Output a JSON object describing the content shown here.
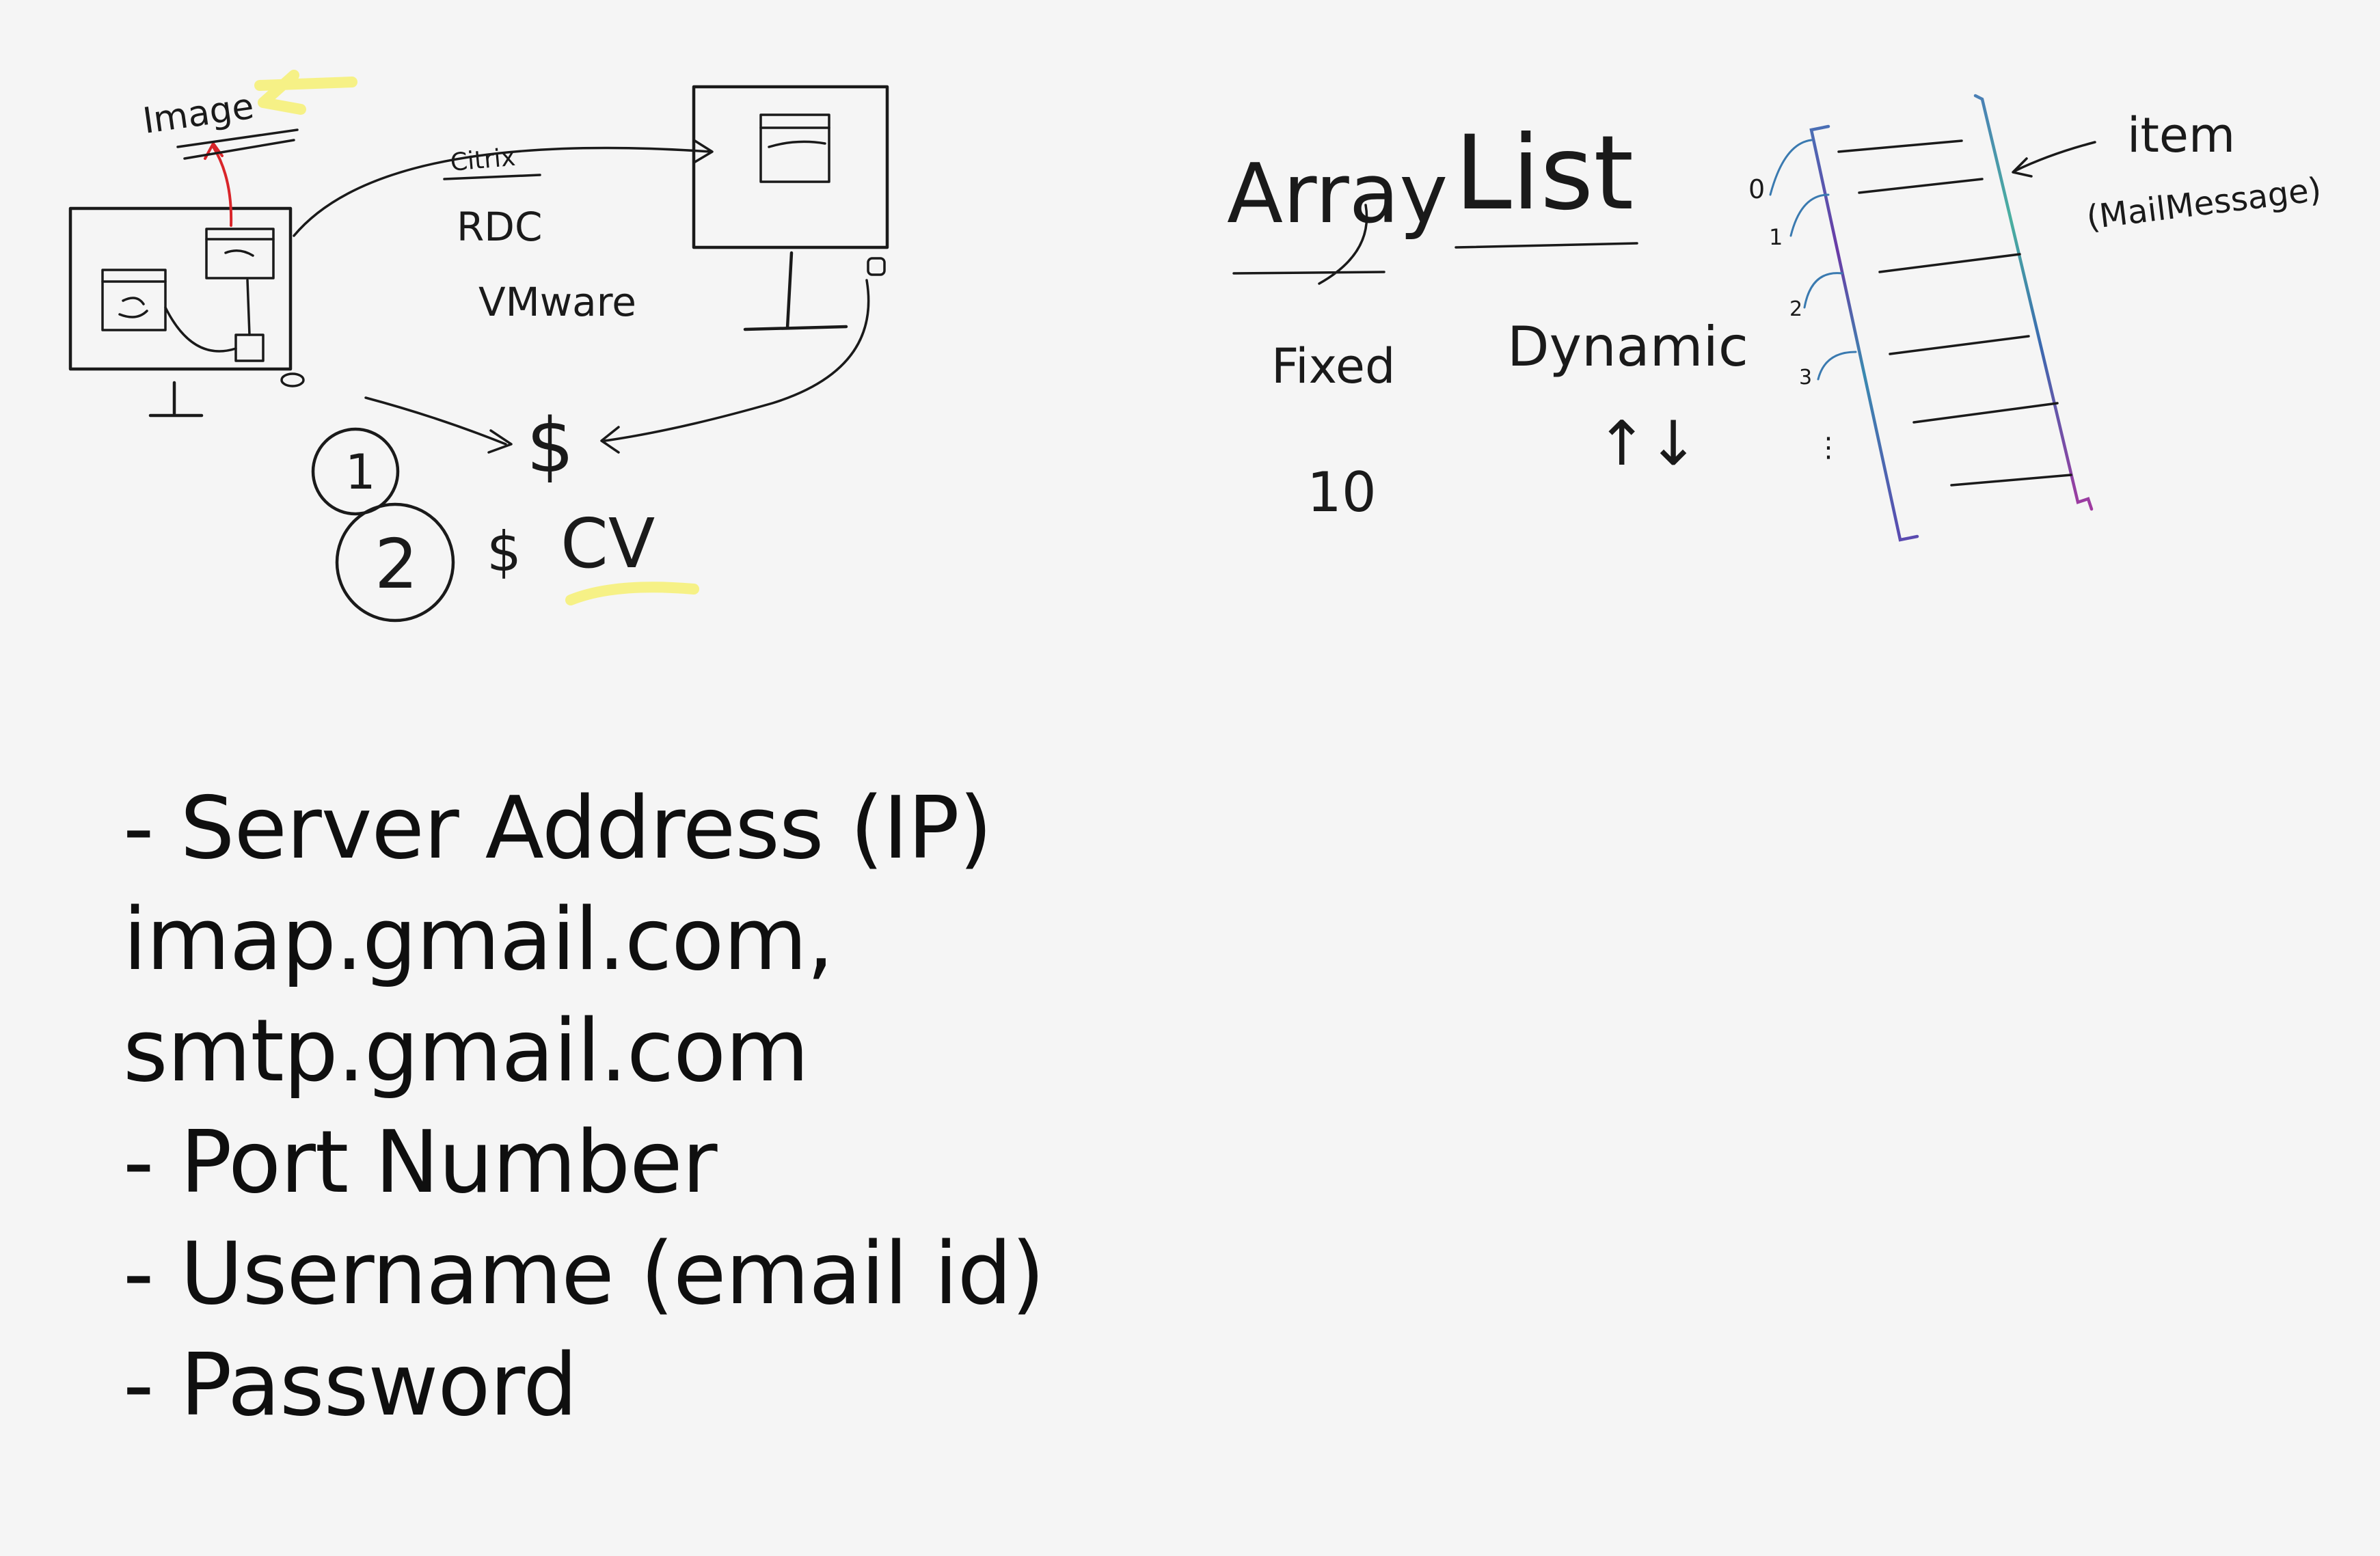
{
  "sketch": {
    "image_label": "Image",
    "citrix_label": "Citrix",
    "rdc_label": "RDC",
    "vmware_label": "VMware",
    "circle_one": "1",
    "circle_two": "2",
    "dollar_sign": "$",
    "small_dollar": "$",
    "cv_label": "CV"
  },
  "arraylist": {
    "array_label": "Array",
    "list_label": "List",
    "fixed_label": "Fixed",
    "fixed_size": "10",
    "dynamic_label": "Dynamic",
    "updown_label": "↑↓",
    "item_label": "item",
    "mailmessage_label": "(MailMessage)",
    "index_labels": [
      "0",
      "1",
      "2",
      "3",
      "⋮"
    ]
  },
  "notes": {
    "lines": [
      "- Server Address (IP)",
      "imap.gmail.com,",
      "smtp.gmail.com",
      "- Port Number",
      "- Username (email id)",
      "- Password"
    ]
  },
  "colors": {
    "background": "#f5f5f5",
    "ink": "#1a1a1a",
    "highlight": "#f6f17a",
    "red_arrow": "#d9252a",
    "mailmessage": "#7a3aa0"
  }
}
